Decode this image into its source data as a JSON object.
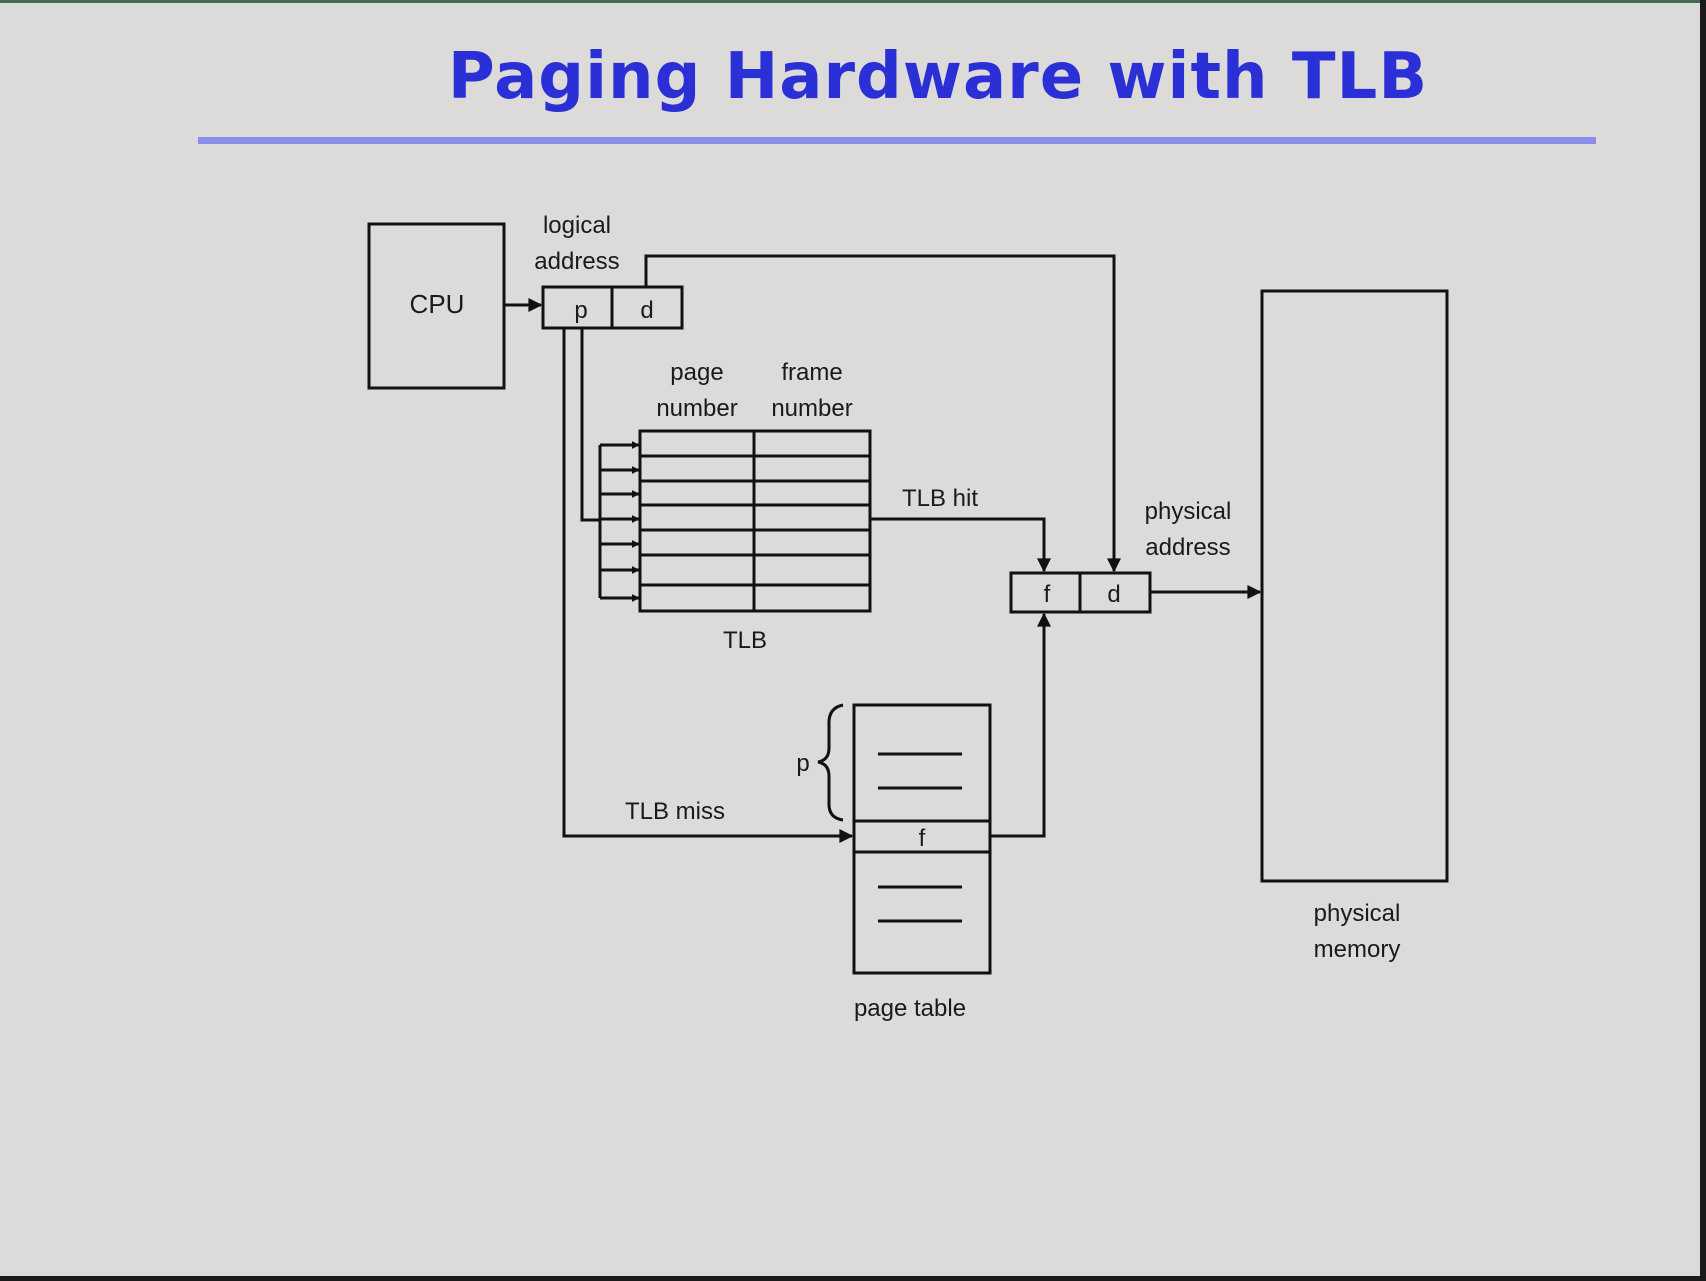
{
  "slide": {
    "title": "Paging Hardware with TLB"
  },
  "diagram": {
    "cpu_label": "CPU",
    "logical_address_line1": "logical",
    "logical_address_line2": "address",
    "logical_page_field": "p",
    "logical_offset_field": "d",
    "tlb_col_page_line1": "page",
    "tlb_col_page_line2": "number",
    "tlb_col_frame_line1": "frame",
    "tlb_col_frame_line2": "number",
    "tlb_label": "TLB",
    "tlb_hit_label": "TLB hit",
    "tlb_miss_label": "TLB miss",
    "physical_address_line1": "physical",
    "physical_address_line2": "address",
    "physical_frame_field": "f",
    "physical_offset_field": "d",
    "page_table_index_label": "p",
    "page_table_frame_entry": "f",
    "page_table_label": "page table",
    "physical_memory_line1": "physical",
    "physical_memory_line2": "memory"
  }
}
